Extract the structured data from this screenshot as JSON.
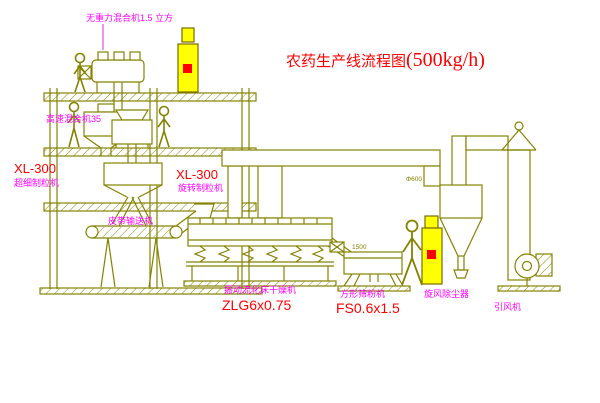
{
  "title": {
    "cn": "农药生产线流程图",
    "capacity": "(500kg/h)"
  },
  "labels": {
    "gravity_mixer": "无重力混合机1.5 立方",
    "high_speed_mixer": "高速混合机35",
    "granulator_left_model": "XL-300",
    "granulator_left_name": "超细制粒机",
    "granulator_mid_model": "XL-300",
    "granulator_mid_name": "旋转制粒机",
    "belt_conveyor": "皮带输送机",
    "dryer_name": "振动流化床干燥机",
    "dryer_model": "ZLG6x0.75",
    "sieve_name": "方形筛粉机",
    "sieve_model": "FS0.6x1.5",
    "cyclone_name": "旋风除尘器",
    "fan_name": "引风机"
  },
  "annotations": {
    "duct_diameter": "Φ600",
    "sieve_dim": "1500"
  },
  "colors": {
    "line": "#858200",
    "hatch": "#8a8700",
    "panel_fill": "#ffff00",
    "panel_border": "#7a6a00",
    "alert": "#ff0000",
    "label_magenta": "#ff00ff",
    "label_red": "#ff0000",
    "background": "#ffffff"
  }
}
